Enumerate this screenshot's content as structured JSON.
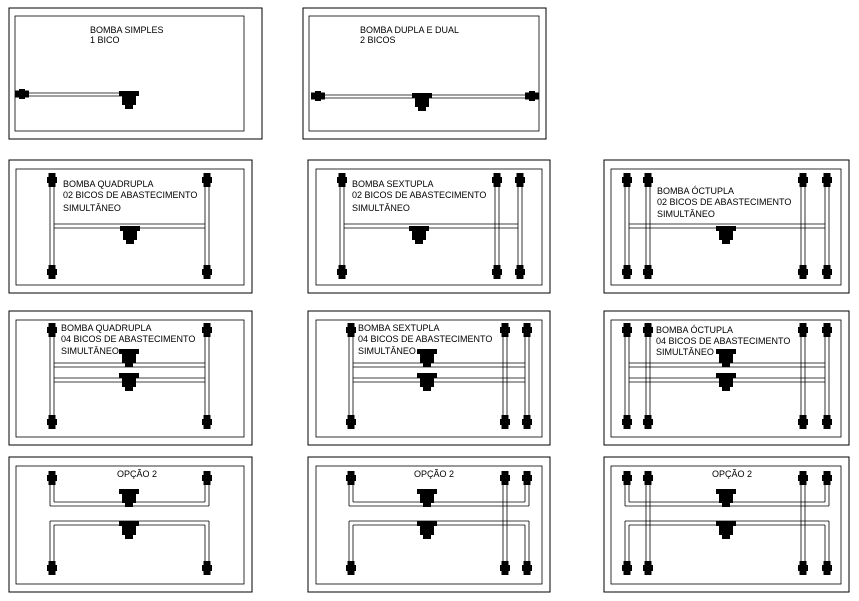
{
  "panels": [
    {
      "id": "p1",
      "label_lines": [
        "BOMBA SIMPLES",
        "1 BICO"
      ]
    },
    {
      "id": "p2",
      "label_lines": [
        "BOMBA DUPLA E DUAL",
        "2 BICOS"
      ]
    },
    {
      "id": "p3",
      "label_lines": [
        "BOMBA QUADRUPLA",
        "02 BICOS DE ABASTECIMENTO",
        "SIMULTÂNEO"
      ]
    },
    {
      "id": "p4",
      "label_lines": [
        "BOMBA SEXTUPLA",
        "02 BICOS DE ABASTECIMENTO",
        "SIMULTÂNEO"
      ]
    },
    {
      "id": "p5",
      "label_lines": [
        "BOMBA ÓCTUPLA",
        "02 BICOS DE ABASTECIMENTO",
        "SIMULTÂNEO"
      ]
    },
    {
      "id": "p6",
      "label_lines": [
        "BOMBA QUADRUPLA",
        "04 BICOS DE ABASTECIMENTO",
        "SIMULTÂNEO"
      ]
    },
    {
      "id": "p7",
      "label_lines": [
        "BOMBA SEXTUPLA",
        "04 BICOS DE ABASTECIMENTO",
        "SIMULTÂNEO"
      ]
    },
    {
      "id": "p8",
      "label_lines": [
        "BOMBA ÓCTUPLA",
        "04 BICOS DE ABASTECIMENTO",
        "SIMULTÂNEO"
      ]
    },
    {
      "id": "p9",
      "label_lines": [
        "OPÇÃO 2"
      ]
    },
    {
      "id": "p10",
      "label_lines": [
        "OPÇÃO 2"
      ]
    },
    {
      "id": "p11",
      "label_lines": [
        "OPÇÃO 2"
      ]
    }
  ]
}
